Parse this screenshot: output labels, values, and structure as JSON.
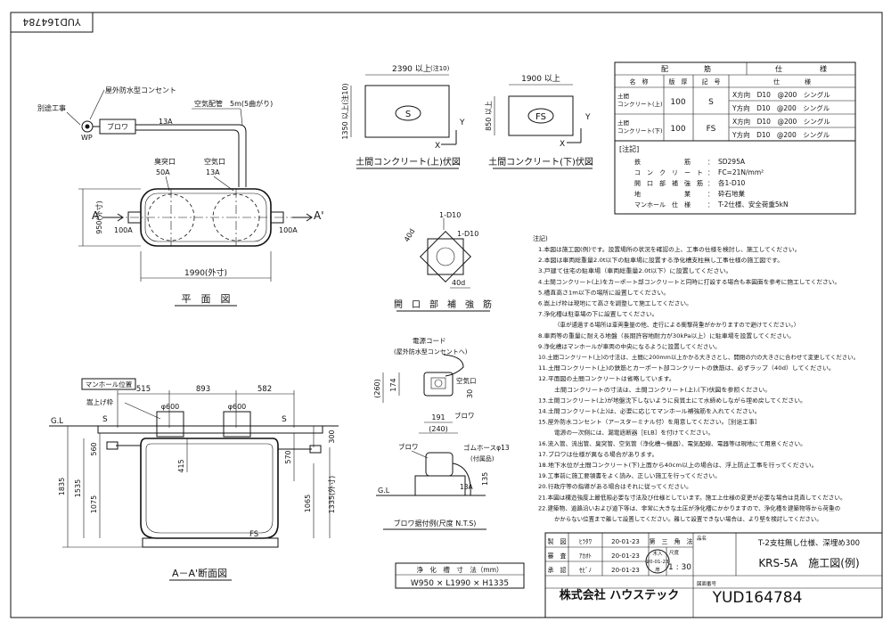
{
  "doc_number": "YUD164784",
  "stamp_number": "YUD164784",
  "plan": {
    "title": "平　面　図",
    "outlet_note": "屋外防水型コンセント",
    "separate_work": "別途工事",
    "wp": "WP",
    "blower": "ブロワ",
    "air_pipe": "空気配管　5m(5曲がり)",
    "pipe_13a": "13A",
    "vent_label": "臭突口",
    "vent_size": "50A",
    "air_label": "空気口",
    "air_size": "13A",
    "inlet": "100A",
    "outlet": "100A",
    "width": "950(外寸)",
    "length": "1990(外寸)",
    "sec_a_left": "A",
    "sec_a_right": "A'"
  },
  "slab_upper": {
    "title": "土間コンクリート(上)伏図",
    "width": "2390 以上",
    "width_note": "(注10)",
    "height": "1350 以上(注10)",
    "mark": "S",
    "x": "X",
    "y": "Y"
  },
  "slab_lower": {
    "title": "土間コンクリート(下)伏図",
    "width": "1900 以上",
    "height": "850 以上",
    "mark": "FS",
    "x": "X",
    "y": "Y"
  },
  "reinforce": {
    "title": "開　口　部　補　強　筋",
    "d1": "40d",
    "d2": "1-D10",
    "d3": "40d"
  },
  "spec_table": {
    "header": [
      "配",
      "筋",
      "仕",
      "様"
    ],
    "cols": [
      "名　称",
      "版　厚",
      "記　号",
      "仕　　　　様"
    ],
    "rows": [
      {
        "name": "土間\nコンクリート(上)",
        "thick": "100",
        "mark": "S",
        "x": "X方向　D10　@200　シングル",
        "y": "Y方向　D10　@200　シングル"
      },
      {
        "name": "土間\nコンクリート(下)",
        "thick": "100",
        "mark": "FS",
        "x": "X方向　D10　@200　シングル",
        "y": "Y方向　D10　@200　シングル"
      }
    ],
    "note_title": "[注記]",
    "notes": [
      {
        "k": "鉄　　　　　　　筋",
        "v": "SD295A"
      },
      {
        "k": "コ　ン　ク　リ　ー　ト",
        "v": "FC=21N/mm²"
      },
      {
        "k": "開　口　部　補　強　筋",
        "v": "各1-D10"
      },
      {
        "k": "地　　　　　　　業",
        "v": "砕石地業"
      },
      {
        "k": "マンホール　仕　様",
        "v": "T-2仕様、安全荷重5kN"
      }
    ]
  },
  "section": {
    "title": "A－A'断面図",
    "manhole_pos": "マンホール位置",
    "raise": "嵩上げ枠",
    "gl": "G.L",
    "s_left": "S",
    "s_right": "S",
    "fs": "FS",
    "dim_515": "515",
    "dim_893": "893",
    "dim_582": "582",
    "phi1": "φ600",
    "phi2": "φ600",
    "dim_1835": "1835",
    "dim_1535": "1535",
    "dim_1075": "1075",
    "dim_560": "560",
    "dim_415": "415",
    "dim_570": "570",
    "dim_300": "300",
    "dim_1065": "1065",
    "dim_1335": "1335(外寸)"
  },
  "blower_detail": {
    "cord": "電源コード",
    "outlet": "(屋外防水型コンセントへ)",
    "air": "空気口",
    "blower": "ブロワ",
    "d260": "(260)",
    "d174": "174",
    "d191": "191",
    "d240": "(240)",
    "d30": "30",
    "blower2": "ブロワ",
    "hose": "ゴムホースφ13",
    "hose2": "(付属品)",
    "gl": "G.L",
    "d13a": "13A",
    "d135": "135",
    "title": "ブロワ据付例(尺度 N.T.S)"
  },
  "dims_box": {
    "title": "浄　化　槽　寸　法（mm）",
    "value": "W950 × L1990 × H1335"
  },
  "notes": {
    "title": "注記)",
    "items": [
      "1.本図は施工図(例)です。設置場所の状況を確認の上、工事の仕様を検討し、施工してください。",
      "2.本図は車両総重量2.0t以下の駐車場に設置する浄化槽支柱無し工事仕様の施工図です。",
      "3.戸建て住宅の駐車場（車両総重量2.0t以下）に設置してください。",
      "4.土間コンクリート(上)をカーポート部コンクリートと同時に打設する場合も本図面を参考に施工してください。",
      "5.槽直高さ1m以下の場所に設置してください。",
      "6.嵩上げ枠は現地にて高さを調整して施工してください。",
      "7.浄化槽は駐車場の下に設置してください。",
      "（車が通過する場所は車両重量の他、走行による衝撃荷重がかかりますので避けてください。）",
      "8.車両等の重量に耐える地盤（長期許容地耐力が30kPa以上）に駐車場を設置してください。",
      "9.浄化槽はマンホールが車両の中央になるように設置してください。",
      "10.土間コンクリート(上)の寸法は、土間に200mm以上かかる大きさとし、開閉の穴の大きさに合わせて変更してください。",
      "11.土間コンクリート(上)の鉄筋とカーポート部コンクリートの鉄筋は、必ずラップ（40d）してください。",
      "12.平面図の土間コンクリートは省略しています。",
      "土間コンクリートの寸法は、土間コンクリート(上),(下)伏図を参照ください。",
      "13.土間コンクリート(上)が地盤沈下しないように良質土にて水締めしながら埋め戻してください。",
      "14.土間コンクリート(上)は、必要に応じてマンホール補強筋を入れてください。",
      "15.屋外防水コンセント（アースターミナル付）を用意してください。［別途工事］",
      "電源の一次側には、漏電遮断器［ELB］を付けてください。",
      "16.流入管、流出管、臭突管、空気管（浄化槽～機器）、電気配線、電器等は現地にて用意ください。",
      "17.ブロワは仕様が異なる場合があります。",
      "18.地下水位が土間コンクリート(下)上面から40cm以上の場合は、浮上防止工事を行ってください。",
      "19.工事前に施工要領書をよく読み、正しい施工を行ってください。",
      "20.行政庁等の指導がある場合はそれに従ってください。",
      "21.本図は構造強度上最低限必要な寸法及び仕様としています。施工上仕様の変更が必要な場合は見直してください。",
      "22.建築物、道路沿いおよび道下等は、非常に大きな土圧が浄化槽にかかりますので、浄化槽を建築物等から荷重の",
      "かからない位置まで離して設置してください。離して設置できない場合は、より堅を検討してください。"
    ]
  },
  "title_block": {
    "r1": [
      "製　図",
      "ﾋﾗﾀﾜ",
      "20-01-23"
    ],
    "r2": [
      "審　査",
      "ｱｶｵﾄ",
      "20-01-23"
    ],
    "r3": [
      "承　認",
      "ｾﾋﾞﾉ",
      "20-01-23"
    ],
    "scale_method_label": "第　三　角　法",
    "stamp_label": "木入",
    "stamp_date": "20-01-23",
    "stamp_name": "岸",
    "scale_label": "尺度",
    "scale": "1 : 30",
    "name_label": "品名",
    "subtitle": "T-2支柱無し仕様、深埋め300",
    "product": "KRS-5A　施工図(例)",
    "company": "株式会社 ハウステック",
    "docno_label": "図面番号",
    "docno": "YUD164784"
  }
}
